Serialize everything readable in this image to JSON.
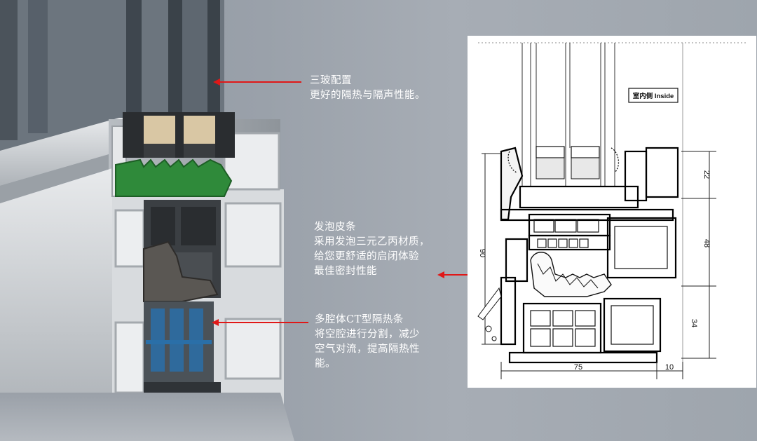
{
  "annotations": {
    "glass": {
      "title": "三玻配置",
      "desc": "更好的隔热与隔声性能。"
    },
    "foam": {
      "title": "发泡皮条",
      "lines": [
        "采用发泡三元乙丙材质，",
        "给您更舒适的启闭体验",
        "最佳密封性能"
      ]
    },
    "ct": {
      "title": "多腔体CT型隔热条",
      "lines": [
        "将空腔进行分割，减少",
        "空气对流，提高隔热性",
        "能。"
      ]
    }
  },
  "drawing": {
    "inside_label": "室内侧 Inside",
    "dims": {
      "d22": "22",
      "d48": "48",
      "d34": "34",
      "d90": "90",
      "d75": "75",
      "d10": "10"
    }
  },
  "colors": {
    "arrow": "#e01818",
    "gasket_green": "#2f8a3a",
    "profile_gray": "#c9ccd0",
    "insulation_blue": "#2a6fa8"
  }
}
